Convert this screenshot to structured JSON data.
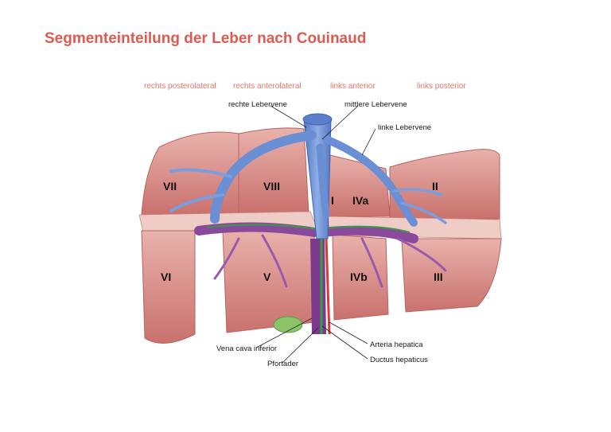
{
  "title": "Segmenteinteilung der Leber nach Couinaud",
  "regions": {
    "right_posterolateral": "rechts posterolateral",
    "right_anterolateral": "rechts  anterolateral",
    "left_anterior": "links anterior",
    "left_posterior": "links posterior"
  },
  "labels": {
    "right_hepatic_vein": "rechte Lebervene",
    "middle_hepatic_vein": "mittlere Lebervene",
    "left_hepatic_vein": "linke Lebervene",
    "inferior_vena_cava": "Vena cava inferior",
    "portal_vein": "Pfortader",
    "hepatic_artery": "Arteria hepatica",
    "hepatic_duct": "Ductus hepaticus"
  },
  "segments": {
    "I": "I",
    "II": "II",
    "III": "III",
    "IVa": "IVa",
    "IVb": "IVb",
    "V": "V",
    "VI": "VI",
    "VII": "VII",
    "VIII": "VIII"
  },
  "colors": {
    "title": "#e05a50",
    "region_text": "#e8736a",
    "liver": "#cf7f7b",
    "liver_light": "#e6aaa4",
    "vein": "#6b8fd4",
    "portal": "#7b3a8c",
    "artery": "#d63a3a",
    "duct": "#3a9a4a"
  }
}
